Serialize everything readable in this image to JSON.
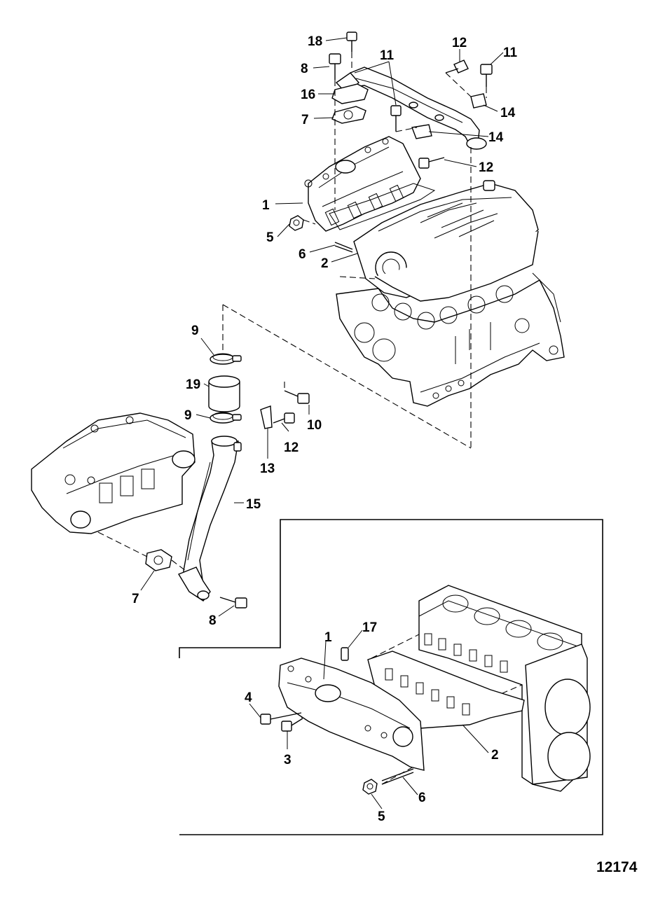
{
  "figure_number": "12174",
  "callouts_main": [
    {
      "id": "c18",
      "text": "18"
    },
    {
      "id": "c8a",
      "text": "8"
    },
    {
      "id": "c16",
      "text": "16"
    },
    {
      "id": "c7a",
      "text": "7"
    },
    {
      "id": "c11a",
      "text": "11"
    },
    {
      "id": "c12a",
      "text": "12"
    },
    {
      "id": "c11b",
      "text": "11"
    },
    {
      "id": "c14a",
      "text": "14"
    },
    {
      "id": "c14b",
      "text": "14"
    },
    {
      "id": "c12b",
      "text": "12"
    },
    {
      "id": "c1a",
      "text": "1"
    },
    {
      "id": "c5a",
      "text": "5"
    },
    {
      "id": "c6a",
      "text": "6"
    },
    {
      "id": "c2a",
      "text": "2"
    },
    {
      "id": "c9a",
      "text": "9"
    },
    {
      "id": "c19",
      "text": "19"
    },
    {
      "id": "c9b",
      "text": "9"
    },
    {
      "id": "c10",
      "text": "10"
    },
    {
      "id": "c12c",
      "text": "12"
    },
    {
      "id": "c13",
      "text": "13"
    },
    {
      "id": "c15",
      "text": "15"
    },
    {
      "id": "c7b",
      "text": "7"
    },
    {
      "id": "c8b",
      "text": "8"
    }
  ],
  "callouts_inset": [
    {
      "id": "i17",
      "text": "17"
    },
    {
      "id": "i1",
      "text": "1"
    },
    {
      "id": "i4",
      "text": "4"
    },
    {
      "id": "i3",
      "text": "3"
    },
    {
      "id": "i2",
      "text": "2"
    },
    {
      "id": "i6",
      "text": "6"
    },
    {
      "id": "i5",
      "text": "5"
    }
  ]
}
